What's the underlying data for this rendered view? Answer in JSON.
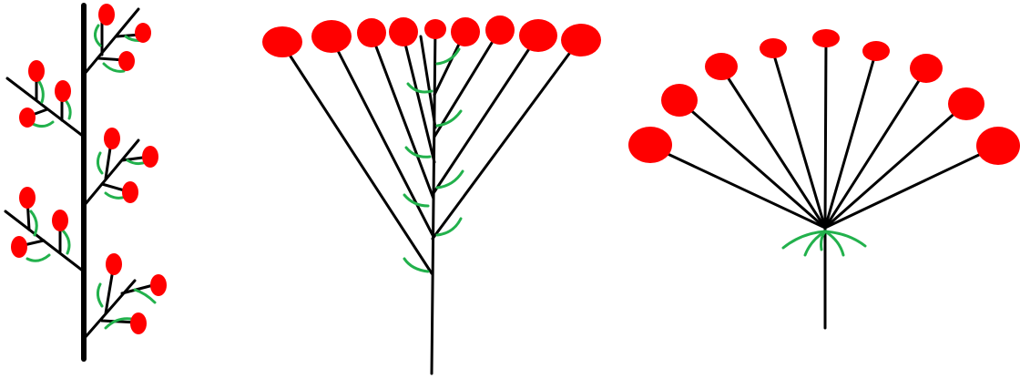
{
  "colors": {
    "stem": "#000000",
    "flower": "#ff0000",
    "bract": "#22b14c",
    "background": "#ffffff"
  },
  "figures": [
    {
      "name": "panicle"
    },
    {
      "name": "corymb"
    },
    {
      "name": "umbel"
    }
  ]
}
